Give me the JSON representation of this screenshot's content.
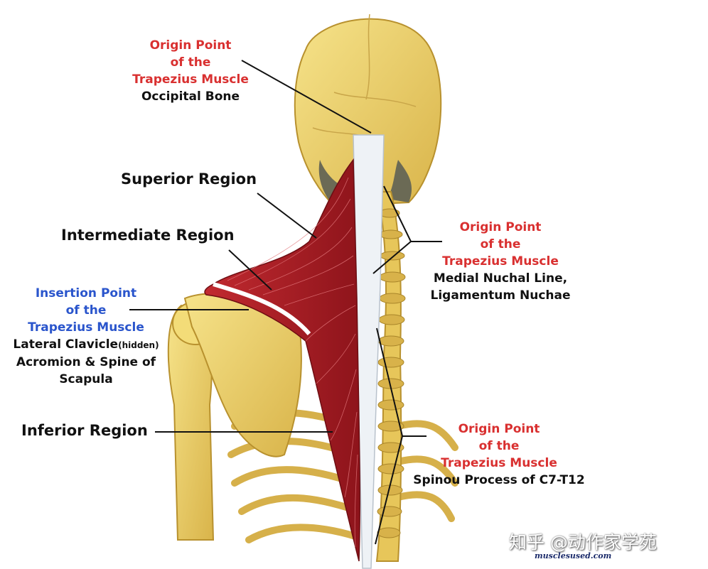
{
  "labels": {
    "origin_occipital": {
      "l1": "Origin Point",
      "l2": "of the",
      "l3": "Trapezius Muscle",
      "detail": "Occipital Bone"
    },
    "superior": "Superior Region",
    "intermediate": "Intermediate Region",
    "insertion": {
      "l1": "Insertion Point",
      "l2": "of the",
      "l3": "Trapezius Muscle",
      "d1": "Lateral Clavicle",
      "d1_small": "(hidden)",
      "d2": "Acromion & Spine of",
      "d3": "Scapula"
    },
    "origin_nuchal": {
      "l1": "Origin Point",
      "l2": "of the",
      "l3": "Trapezius Muscle",
      "d1": "Medial Nuchal Line,",
      "d2": "Ligamentum Nuchae"
    },
    "inferior": "Inferior Region",
    "origin_spinous": {
      "l1": "Origin Point",
      "l2": "of the",
      "l3": "Trapezius Muscle",
      "d1": "Spinou Process of C7-T12"
    }
  },
  "watermark": {
    "text": "知乎 @动作家学苑",
    "logo_text": "musclesused.com"
  },
  "colors": {
    "bone": "#efd46a",
    "bone_shade": "#c9a23a",
    "muscle": "#b8232a",
    "muscle_dark": "#7d1016",
    "label_red": "#d93030",
    "label_blue": "#2a55cc"
  }
}
